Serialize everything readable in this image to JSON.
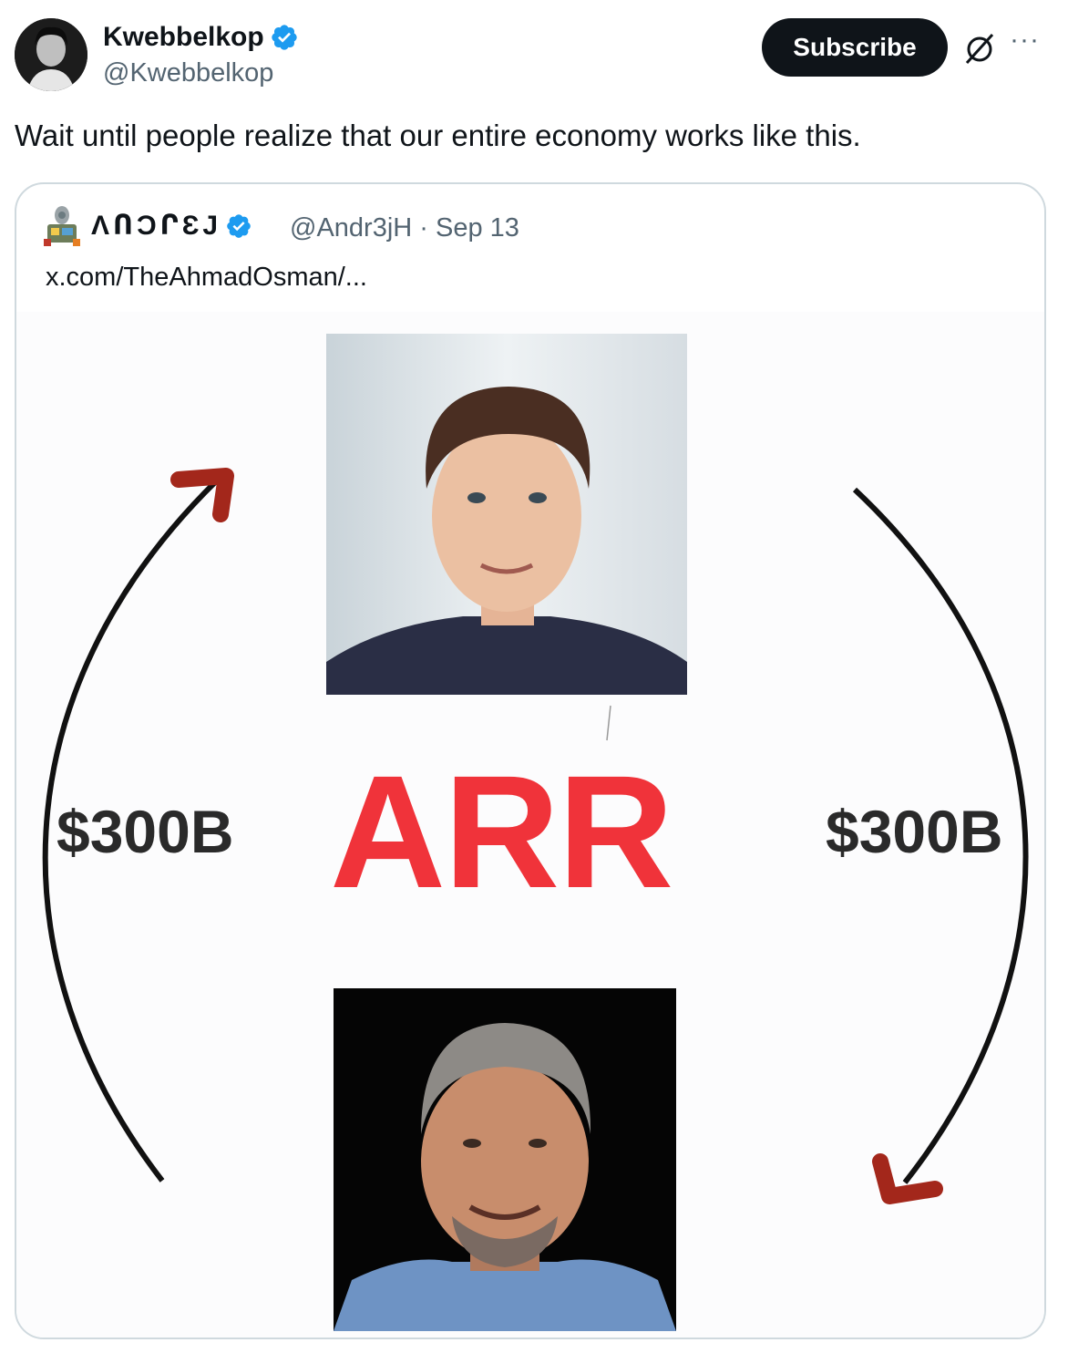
{
  "tweet": {
    "author_name": "Kwebbelkop",
    "author_handle": "@Kwebbelkop",
    "subscribe_label": "Subscribe",
    "more_label": "···",
    "text": "Wait until people realize that our entire economy works like this."
  },
  "quote": {
    "author_name": "ΛՈƆՐƐJ",
    "handle_and_date": "@Andr3jH · Sep 13",
    "link_text": "x.com/TheAhmadOsman/..."
  },
  "graphic": {
    "left_amount": "$300B",
    "right_amount": "$300B",
    "center_label": "ARR"
  },
  "colors": {
    "verified_blue": "#1d9bf0",
    "arr_red": "#f0333a",
    "arrow_head_red": "#a3271b"
  },
  "icons": [
    "verified-badge-icon",
    "grok-icon",
    "more-options-icon",
    "curved-arrow-icon"
  ]
}
